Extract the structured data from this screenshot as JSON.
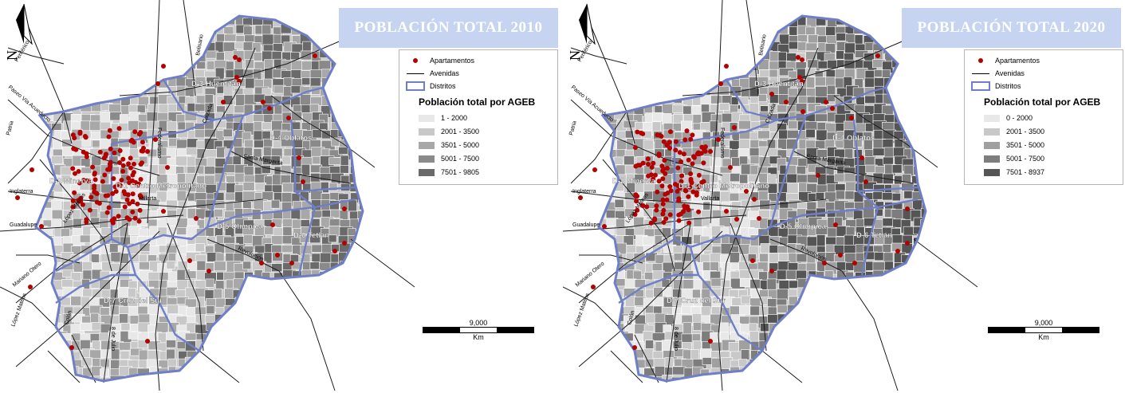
{
  "panels": [
    {
      "title": "POBLACIÓN TOTAL 2010",
      "legend": {
        "apartments": "Apartamentos",
        "avenues": "Avenidas",
        "districts": "Distritos",
        "heading": "Población total por AGEB",
        "classes": [
          "1 - 2000",
          "2001 - 3500",
          "3501 - 5000",
          "5001 - 7500",
          "7501 - 9805"
        ],
        "class_colors": [
          "#e8e8e8",
          "#c8c8c8",
          "#a8a8a8",
          "#8a8a8a",
          "#6a6a6a"
        ]
      },
      "scale": {
        "value": "9,000",
        "unit": "Km"
      }
    },
    {
      "title": "POBLACIÓN TOTAL 2020",
      "legend": {
        "apartments": "Apartamentos",
        "avenues": "Avenidas",
        "districts": "Distritos",
        "heading": "Población total por AGEB",
        "classes": [
          "0 - 2000",
          "2001 - 3500",
          "3501 - 5000",
          "5001 - 7500",
          "7501 - 8937"
        ],
        "class_colors": [
          "#e8e8e8",
          "#c8c8c8",
          "#a0a0a0",
          "#7d7d7d",
          "#555555"
        ]
      },
      "scale": {
        "value": "9,000",
        "unit": "Km"
      }
    }
  ],
  "map_labels": {
    "north": "N",
    "districts": [
      "D-1 Centro Metropolitano",
      "D-2 Minerva",
      "D-3 Huentitán",
      "D-4 Oblatos",
      "D-5 Olímpica",
      "D-6 Tetlán",
      "D-7 Cruz del Sur"
    ],
    "streets": [
      "Periférico",
      "Paseo Vía Acueducto",
      "Patria",
      "Inglaterra",
      "Guadalupe",
      "López Mateos",
      "Vallarta",
      "Federalismo",
      "Calzada",
      "Santa Margarita",
      "Revolución",
      "Mariano Otero",
      "López Mateos",
      "Colón",
      "8 de Julio",
      "Belisario"
    ]
  },
  "colors": {
    "district_border": "#6f7fc7",
    "apartment_dot": "#b30000",
    "title_bg": "#c6d4f2"
  }
}
